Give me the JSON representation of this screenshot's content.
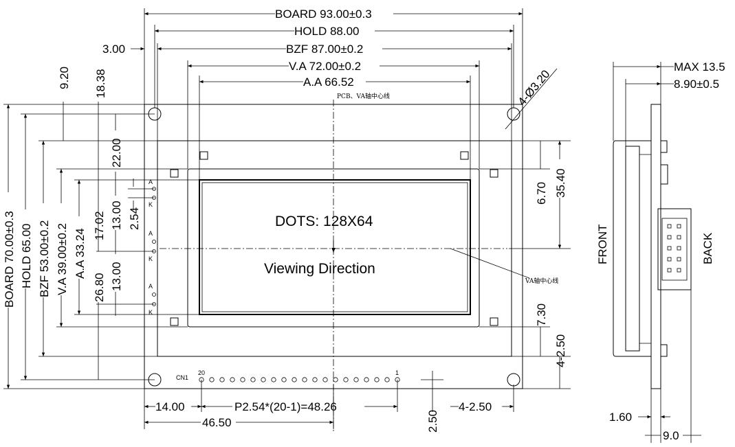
{
  "front_view": {
    "dims_top": {
      "board": "BOARD 93.00±0.3",
      "hold": "HOLD 88.00",
      "bzf_offset": "3.00",
      "bzf": "BZF 87.00±0.2",
      "va": "V.A 72.00±0.2",
      "aa": "A.A 66.52",
      "hole": "4-Ø3.20"
    },
    "dims_left": {
      "board": "BOARD 70.00±0.3",
      "hold": "HOLD 65.00",
      "bzf": "BZF 53.00±0.2",
      "va": "V.A 39.00±0.2",
      "aa": "A.A 33.24",
      "d26_80": "26.80",
      "d17_02": "17.02",
      "d13_00a": "13.00",
      "d13_00b": "13.00",
      "d2_54": "2.54",
      "d22_00": "22.00",
      "d18_38": "18.38",
      "d9_20": "9.20"
    },
    "dims_right": {
      "d35_40": "35.40",
      "d6_70": "6.70",
      "d7_30": "7.30",
      "d4_2_50": "4-2.50"
    },
    "dims_bottom": {
      "d14_00": "14.00",
      "pitch": "P2.54*(20-1)=48.26",
      "d46_50": "46.50",
      "d2_50": "2.50",
      "d4_2_50": "4-2.50"
    },
    "display": {
      "dots": "DOTS: 128X64",
      "viewing": "Viewing Direction"
    },
    "connector": {
      "label": "CN1",
      "pin_first": "20",
      "pin_last": "1",
      "pin_count": 20
    },
    "led_labels": {
      "anode": "A",
      "cathode": "K"
    },
    "notes": {
      "pcb_va_center": "PCB、VA轴中心线",
      "va_center": "VA轴中心线"
    }
  },
  "side_view": {
    "max": "MAX 13.5",
    "d8_90": "8.90±0.5",
    "front": "FRONT",
    "back": "BACK",
    "d1_60": "1.60",
    "d9_0": "9.0"
  }
}
